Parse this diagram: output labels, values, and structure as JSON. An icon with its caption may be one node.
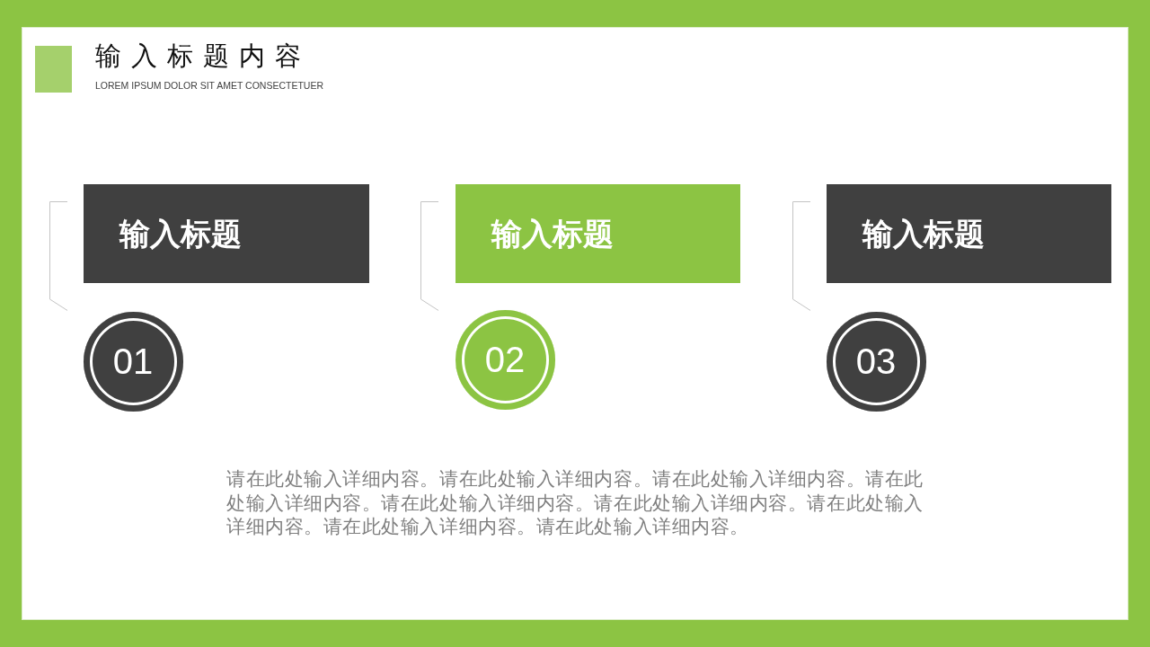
{
  "diagram": {
    "title": "输入标题内容",
    "nodes": [
      {
        "text": [
          "输入标题"
        ]
      },
      {
        "text": [
          "输入标题"
        ]
      },
      {
        "text": [
          "输入标题"
        ]
      },
      {
        "text": [
          "01"
        ]
      },
      {
        "text": [
          "02"
        ]
      },
      {
        "text": [
          "03"
        ]
      }
    ],
    "labels": [
      "LOREM IPSUM DOLOR SIT AMET CONSECTETUER",
      "请在此处输入详细内容。请在此处输入详细内容。请在此处输入详细内容。请在此处输入详细内容。请在此处输入详细内容。请在此处输入详细内容。请在此处输入详细内容。请在此处输入详细内容。请在此处输入详细内容。"
    ]
  }
}
